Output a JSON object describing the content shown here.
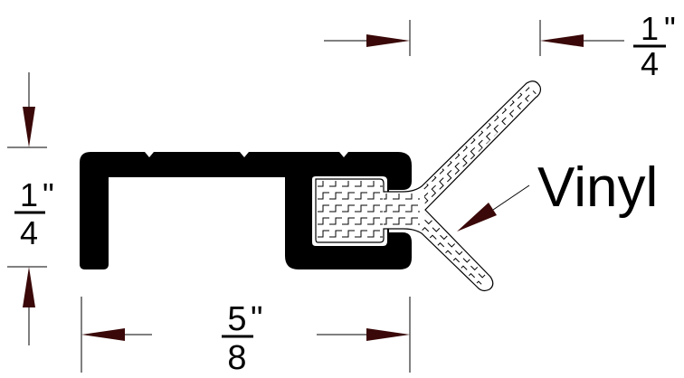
{
  "dimensions": {
    "top_gap": {
      "numerator": "1",
      "denominator": "4",
      "unit": "\""
    },
    "height": {
      "numerator": "1",
      "denominator": "4",
      "unit": "\""
    },
    "width": {
      "numerator": "5",
      "denominator": "8",
      "unit": "\""
    }
  },
  "labels": {
    "material": "Vinyl"
  },
  "colors": {
    "profile": "#000000",
    "arrow": "#3a0808",
    "vinyl_fill": "#ffffff"
  }
}
